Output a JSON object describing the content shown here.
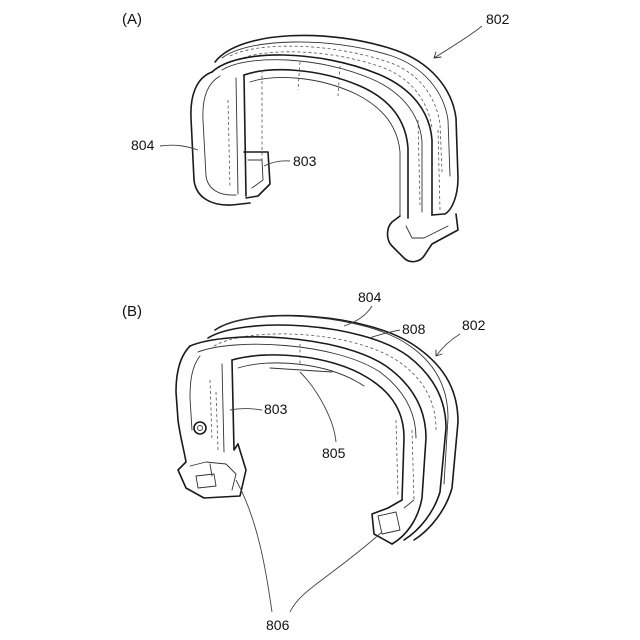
{
  "panels": {
    "a": {
      "label": "(A)"
    },
    "b": {
      "label": "(B)"
    }
  },
  "refs": {
    "a_802": "802",
    "a_804": "804",
    "a_803": "803",
    "b_804": "804",
    "b_808": "808",
    "b_802": "802",
    "b_803": "803",
    "b_805": "805",
    "b_806": "806"
  }
}
